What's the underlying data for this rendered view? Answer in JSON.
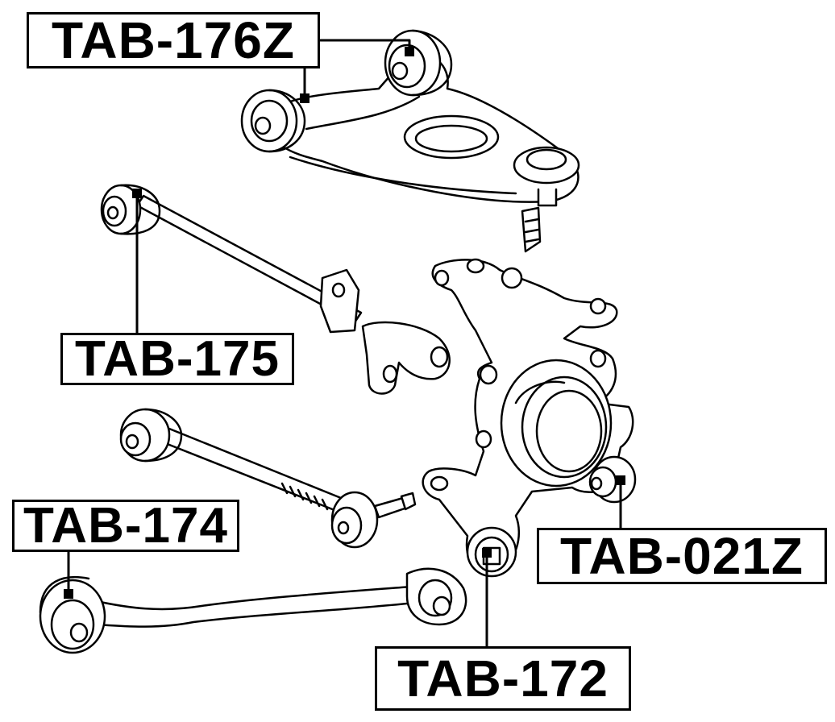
{
  "labels": {
    "tab_176z": "TAB-176Z",
    "tab_175": "TAB-175",
    "tab_174": "TAB-174",
    "tab_021z": "TAB-021Z",
    "tab_172": "TAB-172"
  },
  "colors": {
    "line": "#000000",
    "background": "#ffffff",
    "fill": "#ffffff"
  }
}
